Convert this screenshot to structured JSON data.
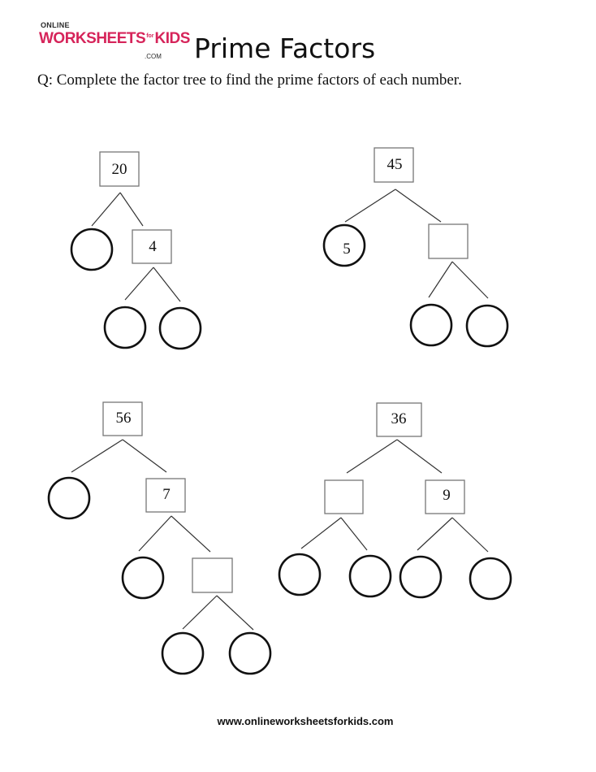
{
  "logo": {
    "line1": "ONLINE",
    "worksheets": "WORKSHEETS",
    "for": "for",
    "kids": "KIDS",
    "domain": ".COM",
    "brand_color": "#d6245a"
  },
  "header": {
    "title": "Prime Factors",
    "question": "Q: Complete the factor tree to find the prime factors of each number."
  },
  "trees": [
    {
      "root": "20",
      "nodes": [
        {
          "type": "box",
          "label": "20"
        },
        {
          "type": "circle",
          "label": ""
        },
        {
          "type": "box",
          "label": "4"
        },
        {
          "type": "circle",
          "label": ""
        },
        {
          "type": "circle",
          "label": ""
        }
      ]
    },
    {
      "root": "45",
      "nodes": [
        {
          "type": "box",
          "label": "45"
        },
        {
          "type": "circle",
          "label": "5"
        },
        {
          "type": "box",
          "label": ""
        },
        {
          "type": "circle",
          "label": ""
        },
        {
          "type": "circle",
          "label": ""
        }
      ]
    },
    {
      "root": "56",
      "nodes": [
        {
          "type": "box",
          "label": "56"
        },
        {
          "type": "circle",
          "label": ""
        },
        {
          "type": "box",
          "label": "7"
        },
        {
          "type": "circle",
          "label": ""
        },
        {
          "type": "box",
          "label": ""
        },
        {
          "type": "circle",
          "label": ""
        },
        {
          "type": "circle",
          "label": ""
        }
      ]
    },
    {
      "root": "36",
      "nodes": [
        {
          "type": "box",
          "label": "36"
        },
        {
          "type": "box",
          "label": ""
        },
        {
          "type": "box",
          "label": "9"
        },
        {
          "type": "circle",
          "label": ""
        },
        {
          "type": "circle",
          "label": ""
        },
        {
          "type": "circle",
          "label": ""
        },
        {
          "type": "circle",
          "label": ""
        }
      ]
    }
  ],
  "footer": {
    "url": "www.onlineworksheetsforkids.com"
  }
}
